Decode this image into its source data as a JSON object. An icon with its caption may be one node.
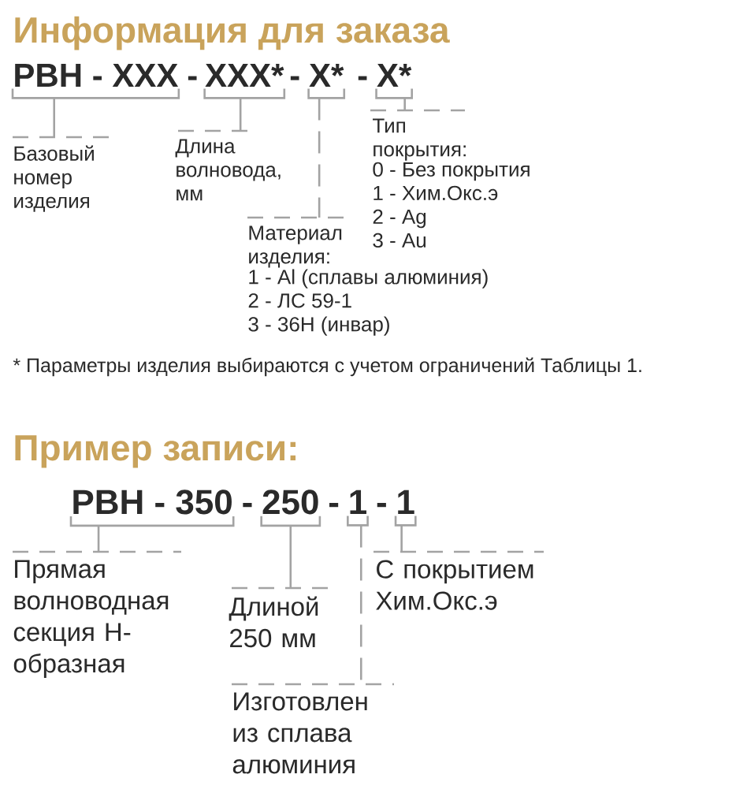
{
  "diagram": {
    "title": "Информация для заказа",
    "nodes": [
      {
        "text": [
          "РВН  - XXX"
        ]
      },
      {
        "text": [
          "XXX*"
        ]
      },
      {
        "text": [
          "X*"
        ]
      },
      {
        "text": [
          "X*"
        ]
      },
      {
        "text": [
          "Базовый номер изделия"
        ]
      },
      {
        "text": [
          "Длина волновода, мм"
        ]
      },
      {
        "text": [
          "Материал изделия:",
          "1 - Al (сплавы алюминия)",
          "2 - ЛС 59-1",
          "3 - 36Н (инвар)"
        ]
      },
      {
        "text": [
          "Тип покрытия:",
          "0 - Без покрытия",
          "1 - Хим.Окс.э",
          "2 - Ag",
          "3 - Au"
        ]
      },
      {
        "text": [
          "РВН - 350"
        ]
      },
      {
        "text": [
          "250"
        ]
      },
      {
        "text": [
          "1"
        ]
      },
      {
        "text": [
          "1"
        ]
      },
      {
        "text": [
          "Прямая волноводная секция Н-образная"
        ]
      },
      {
        "text": [
          "Длиной 250 мм"
        ]
      },
      {
        "text": [
          "Изготовлен из сплава алюминия"
        ]
      },
      {
        "text": [
          "С покрытием Хим.Окс.э"
        ]
      }
    ],
    "edges": [
      {
        "from": 0,
        "to": 4,
        "arrow": "none"
      },
      {
        "from": 1,
        "to": 5,
        "arrow": "none"
      },
      {
        "from": 2,
        "to": 6,
        "arrow": "none",
        "style": "dashed"
      },
      {
        "from": 3,
        "to": 7,
        "arrow": "none"
      },
      {
        "from": 8,
        "to": 12,
        "arrow": "none"
      },
      {
        "from": 9,
        "to": 13,
        "arrow": "none"
      },
      {
        "from": 10,
        "to": 14,
        "arrow": "none",
        "style": "dashed"
      },
      {
        "from": 11,
        "to": 15,
        "arrow": "none"
      }
    ],
    "labels": [
      "-",
      "-",
      "-",
      "* Параметры изделия выбираются с учетом ограничений Таблицы 1.",
      "Пример записи:",
      "-",
      "-",
      "-"
    ]
  }
}
